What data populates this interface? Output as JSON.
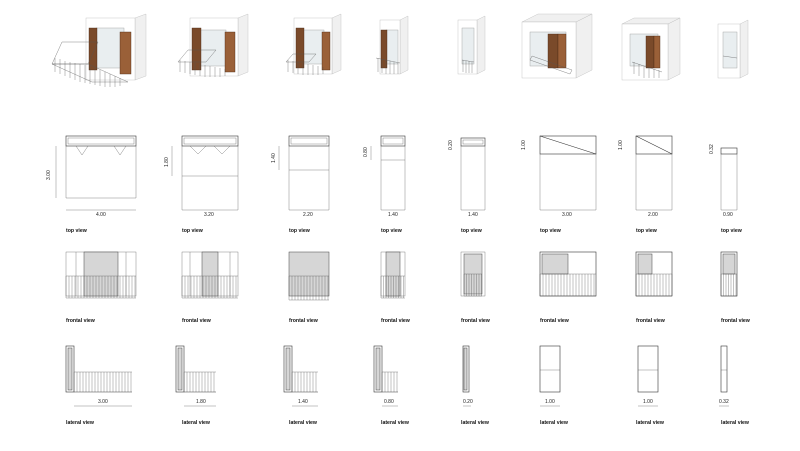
{
  "units": [
    {
      "width": "4.00",
      "depth": "3.00",
      "lateral": "3.00",
      "top_label": "top view",
      "frontal_label": "frontal view",
      "lateral_label": "lateral view"
    },
    {
      "width": "3.20",
      "depth": "1.80",
      "lateral": "1.80",
      "top_label": "top view",
      "frontal_label": "frontal view",
      "lateral_label": "lateral view"
    },
    {
      "width": "2.20",
      "depth": "1.40",
      "lateral": "1.40",
      "top_label": "top view",
      "frontal_label": "frontal view",
      "lateral_label": "lateral view"
    },
    {
      "width": "1.40",
      "depth": "0.80",
      "lateral": "0.80",
      "top_label": "top view",
      "frontal_label": "frontal view",
      "lateral_label": "lateral view"
    },
    {
      "width": "1.40",
      "depth": "0.20",
      "lateral": "0.20",
      "top_label": "top view",
      "frontal_label": "frontal view",
      "lateral_label": "lateral view"
    },
    {
      "width": "3.00",
      "depth": "1.00",
      "lateral": "1.00",
      "top_label": "top view",
      "frontal_label": "frontal view",
      "lateral_label": "lateral view"
    },
    {
      "width": "2.00",
      "depth": "1.00",
      "lateral": "1.00",
      "top_label": "top view",
      "frontal_label": "frontal view",
      "lateral_label": "lateral view"
    },
    {
      "width": "0.90",
      "depth": "0.32",
      "lateral": "0.32",
      "top_label": "top view",
      "frontal_label": "frontal view",
      "lateral_label": "lateral view"
    }
  ],
  "colors": {
    "wood": "#7a4a2a",
    "glass_fill": "#d6d6d6",
    "line": "#333333"
  }
}
